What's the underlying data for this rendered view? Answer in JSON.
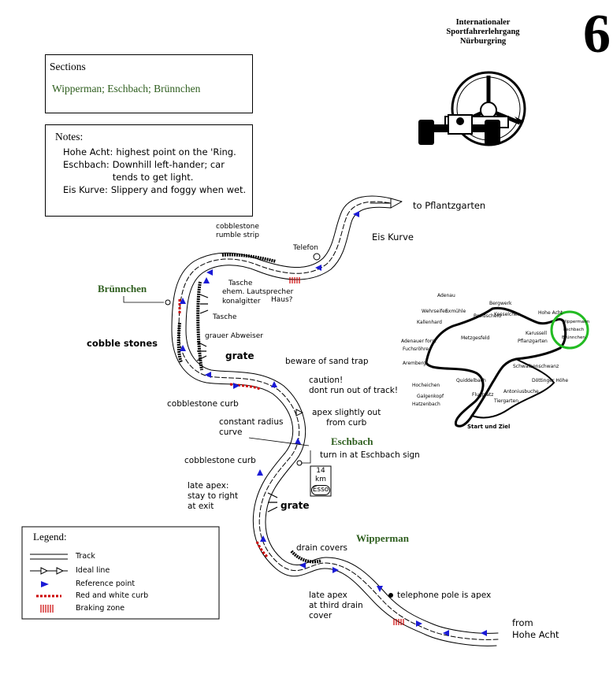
{
  "header": {
    "org_line1": "Internationaler",
    "org_line2": "Sportfahrerlehrgang",
    "org_line3": "Nürburgring",
    "page_number": "6"
  },
  "sections": {
    "heading": "Sections",
    "list": "Wipperman; Eschbach; Brünnchen"
  },
  "notes": {
    "heading": "Notes:",
    "items": [
      {
        "term": "Hohe Acht:",
        "desc": "highest point on the 'Ring."
      },
      {
        "term": "Eschbach:",
        "desc": "Downhill left-hander; car tends to get light."
      },
      {
        "term": "Eis Kurve:",
        "desc": "Slippery and foggy when wet."
      }
    ]
  },
  "map_labels": {
    "to_pflantzgarten": "to Pflantzgarten",
    "eis_kurve": "Eis Kurve",
    "telefon": "Telefon",
    "cobblestone_rumble_strip_1": "cobblestone",
    "cobblestone_rumble_strip_2": "rumble strip",
    "brunnchen": "Brünnchen",
    "tasche_1": "Tasche",
    "ehem_lautsprecher": "ehem. Lautsprecher",
    "haus": "Haus?",
    "konalgitter": "konalgitter",
    "tasche_2": "Tasche",
    "cobble_stones": "cobble stones",
    "grauer_abweiser": "grauer Abweiser",
    "grate_1": "grate",
    "beware_sand_trap": "beware of sand trap",
    "caution_1": "caution!",
    "caution_2": "dont run out of track!",
    "cobblestone_curb_1": "cobblestone curb",
    "apex_1": "apex slightly out",
    "apex_2": "from curb",
    "constant_radius_1": "constant radius",
    "constant_radius_2": "curve",
    "eschbach": "Eschbach",
    "turn_in": "turn in at Eschbach sign",
    "km_sign_1": "14",
    "km_sign_2": "km",
    "esso": "Esso",
    "cobblestone_curb_2": "cobblestone curb",
    "late_apex_1": "late apex:",
    "late_apex_2": "stay to right",
    "late_apex_3": "at exit",
    "grate_2": "grate",
    "wipperman": "Wipperman",
    "drain_covers": "drain covers",
    "late_apex_third_1": "late apex",
    "late_apex_third_2": "at third drain",
    "late_apex_third_3": "cover",
    "telephone_pole": "telephone pole is apex",
    "from_1": "from",
    "from_2": "Hohe Acht"
  },
  "legend": {
    "heading": "Legend:",
    "items": [
      {
        "symbol": "track",
        "label": "Track"
      },
      {
        "symbol": "ideal-line",
        "label": "Ideal line"
      },
      {
        "symbol": "reference-point",
        "label": "Reference point"
      },
      {
        "symbol": "red-white-curb",
        "label": "Red and white curb"
      },
      {
        "symbol": "braking-zone",
        "label": "Braking zone"
      }
    ]
  },
  "inset_map": {
    "highlight_color": "#22bb22",
    "labels": [
      "Adenau",
      "Bergwerk",
      "Kesselchen",
      "Hohe Acht",
      "Wehrseifen",
      "Breidscheid",
      "Exmühle",
      "Adenauer forst",
      "Metzgesfeld",
      "Kallenhard",
      "Aremberg",
      "Fuchsröhre",
      "Wippermann",
      "Eschbach",
      "Brünnchen",
      "Karussell",
      "Pflanzgarten",
      "Schwalbenschwanz",
      "Quiddelbach",
      "Hatzenbach",
      "Flugplatz",
      "Döttinger Höhe",
      "Antoniusbuche",
      "Hocheichen",
      "Tiergarten",
      "Galgenkopf",
      "Start und Ziel"
    ]
  },
  "colors": {
    "reference_point": "#1a1ad6",
    "curb_red": "#cc0000",
    "section_text": "#2e5e1e"
  }
}
